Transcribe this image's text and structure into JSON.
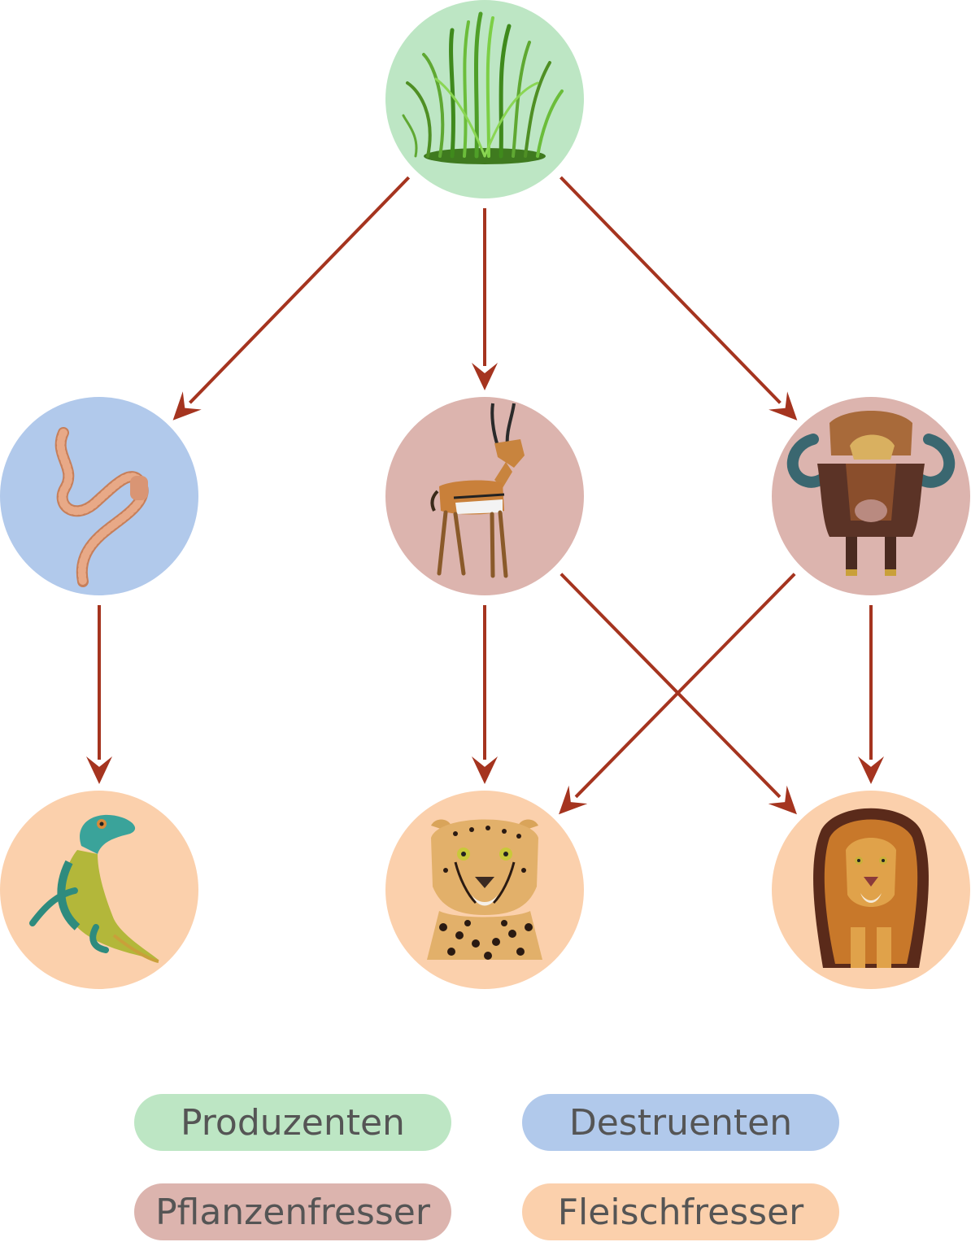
{
  "colors": {
    "producer": "#bde6c4",
    "decomposer": "#b1c9eb",
    "herbivore": "#dcb4ae",
    "carnivore": "#fbd0ac",
    "arrow": "#a5341f",
    "legend_text": "#555555"
  },
  "nodes": [
    {
      "id": "grass",
      "icon": "grass-icon",
      "category": "producer"
    },
    {
      "id": "worm",
      "icon": "worm-icon",
      "category": "decomposer"
    },
    {
      "id": "gazelle",
      "icon": "gazelle-icon",
      "category": "herbivore"
    },
    {
      "id": "buffalo",
      "icon": "buffalo-icon",
      "category": "herbivore"
    },
    {
      "id": "lizard",
      "icon": "lizard-icon",
      "category": "carnivore"
    },
    {
      "id": "cheetah",
      "icon": "cheetah-icon",
      "category": "carnivore"
    },
    {
      "id": "lion",
      "icon": "lion-icon",
      "category": "carnivore"
    }
  ],
  "edges": [
    {
      "from": "grass",
      "to": "worm"
    },
    {
      "from": "grass",
      "to": "gazelle"
    },
    {
      "from": "grass",
      "to": "buffalo"
    },
    {
      "from": "worm",
      "to": "lizard"
    },
    {
      "from": "gazelle",
      "to": "cheetah"
    },
    {
      "from": "gazelle",
      "to": "lion"
    },
    {
      "from": "buffalo",
      "to": "cheetah"
    },
    {
      "from": "buffalo",
      "to": "lion"
    }
  ],
  "legend": {
    "producer": "Produzenten",
    "decomposer": "Destruenten",
    "herbivore": "Pflanzenfresser",
    "carnivore": "Fleischfresser"
  }
}
